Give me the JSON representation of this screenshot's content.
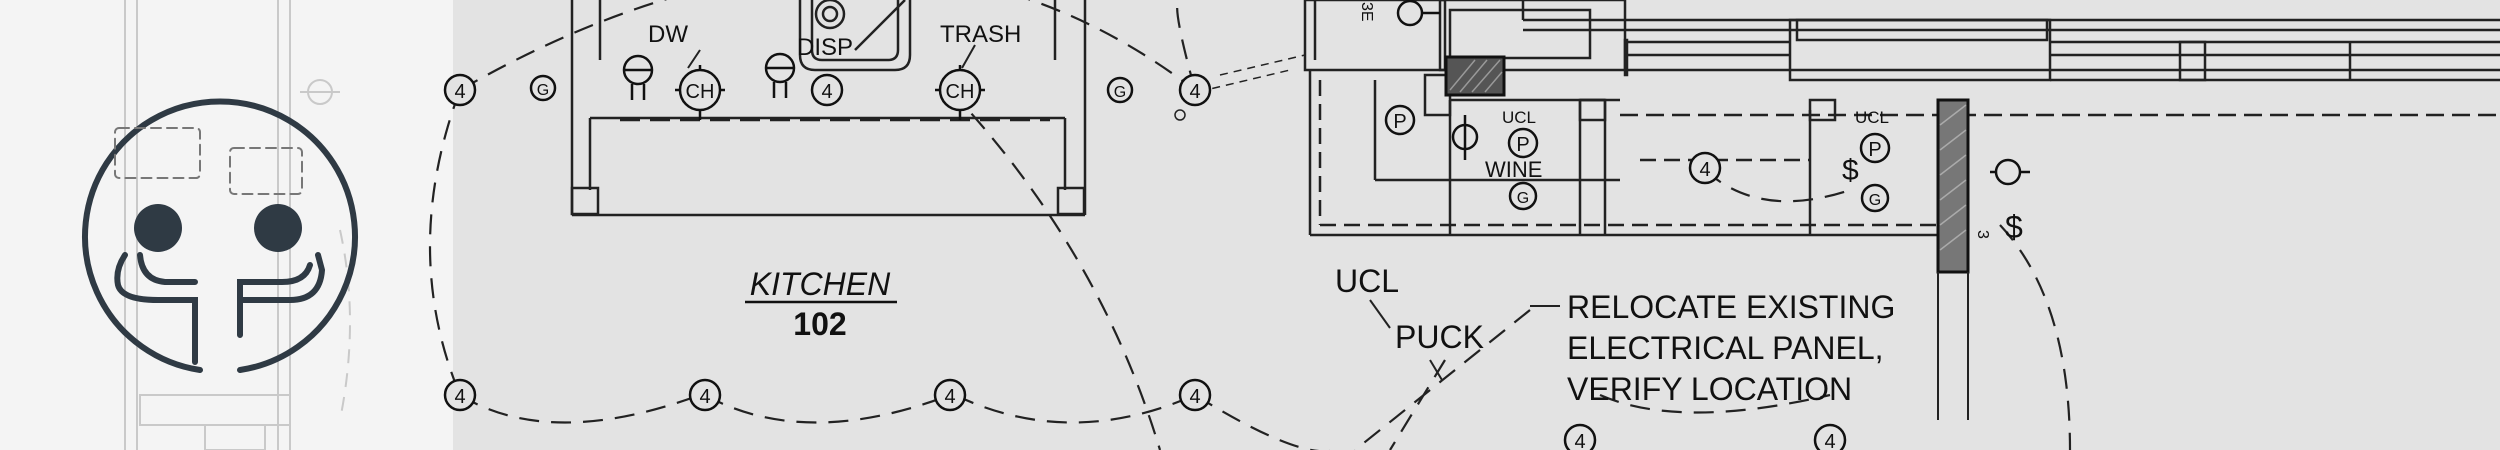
{
  "room": {
    "name": "KITCHEN",
    "number": "102"
  },
  "appliances": {
    "dishwasher": "DW",
    "disposal": "DISP",
    "trash": "TRASH",
    "wine": "WINE"
  },
  "labels": {
    "ucl_small": "UCL",
    "ucl": "UCL",
    "puck": "PUCK",
    "side_tag": "3E",
    "column_tag": "3"
  },
  "symbols": {
    "circuit": "4",
    "chandelier": "CH",
    "p": "P",
    "g": "G",
    "switch": "$"
  },
  "note": {
    "line1": "RELOCATE EXISTING",
    "line2": "ELECTRICAL PANEL,",
    "line3": "VERIFY LOCATION"
  },
  "colors": {
    "ink": "#111111",
    "logo": "#2f3a44",
    "background": "#e3e3e3",
    "panel": "#f4f4f4"
  }
}
